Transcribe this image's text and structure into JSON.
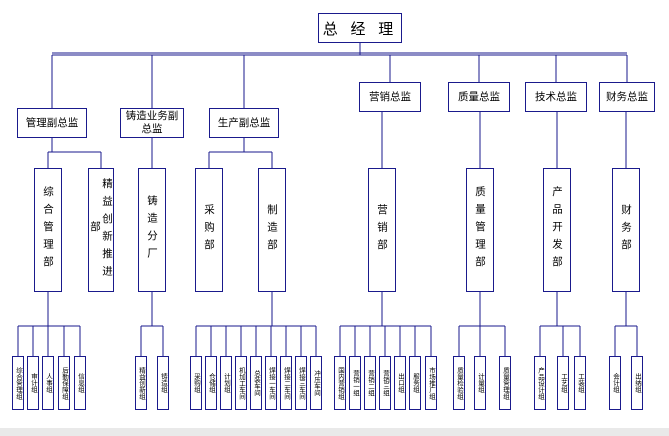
{
  "org": {
    "top": "总 经 理",
    "heads": [
      "管理副总监",
      "铸造业务副总监",
      "生产副总监",
      "营销总监",
      "质量总监",
      "技术总监",
      "财务总监"
    ],
    "departments": [
      "综合管理部",
      "精益创新推进部",
      "铸造分厂",
      "采购部",
      "制造部",
      "营销部",
      "质量管理部",
      "产品开发部",
      "财务部"
    ],
    "sections": [
      "综合管理组",
      "审计组",
      "人事组",
      "后勤保障组",
      "信息组",
      "精益创新组",
      "铸造组",
      "采购组",
      "仓储组",
      "计划组",
      "机加工车间",
      "总装车间",
      "焊接一车间",
      "焊接二车间",
      "焊接三车间",
      "冲压车间",
      "国内营销组",
      "营销一组",
      "营销二组",
      "营销三组",
      "出口组",
      "服务组",
      "市场推广组",
      "质量检验组",
      "计量组",
      "质量管理组",
      "产品设计组",
      "工艺组",
      "工装组",
      "会计组",
      "出纳组"
    ]
  }
}
